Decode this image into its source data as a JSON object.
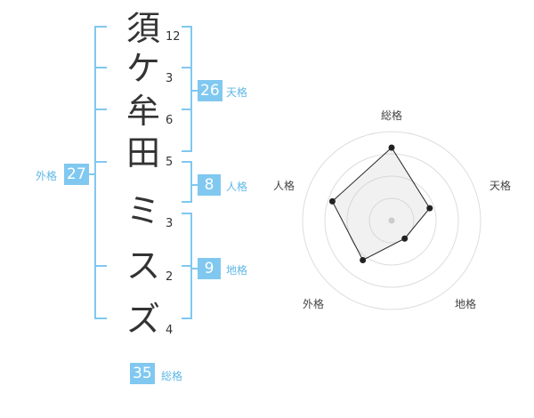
{
  "name_chars": [
    "須",
    "ケ",
    "牟",
    "田",
    "ミ",
    "ス",
    "ズ"
  ],
  "strokes": [
    "12",
    "3",
    "6",
    "5",
    "3",
    "2",
    "4"
  ],
  "tenkaku": {
    "value": "26",
    "label": "天格"
  },
  "jinkaku": {
    "value": "8",
    "label": "人格"
  },
  "chikaku": {
    "value": "9",
    "label": "地格"
  },
  "gaikaku": {
    "value": "27",
    "label": "外格"
  },
  "soukaku": {
    "value": "35",
    "label": "総格"
  },
  "radar": {
    "axes": [
      "総格",
      "天格",
      "地格",
      "外格",
      "人格"
    ],
    "values": [
      0.82,
      0.45,
      0.25,
      0.55,
      0.7
    ]
  },
  "colors": {
    "accent": "#80c8f0",
    "accent_text": "#5fb7e6",
    "text": "#333333"
  }
}
